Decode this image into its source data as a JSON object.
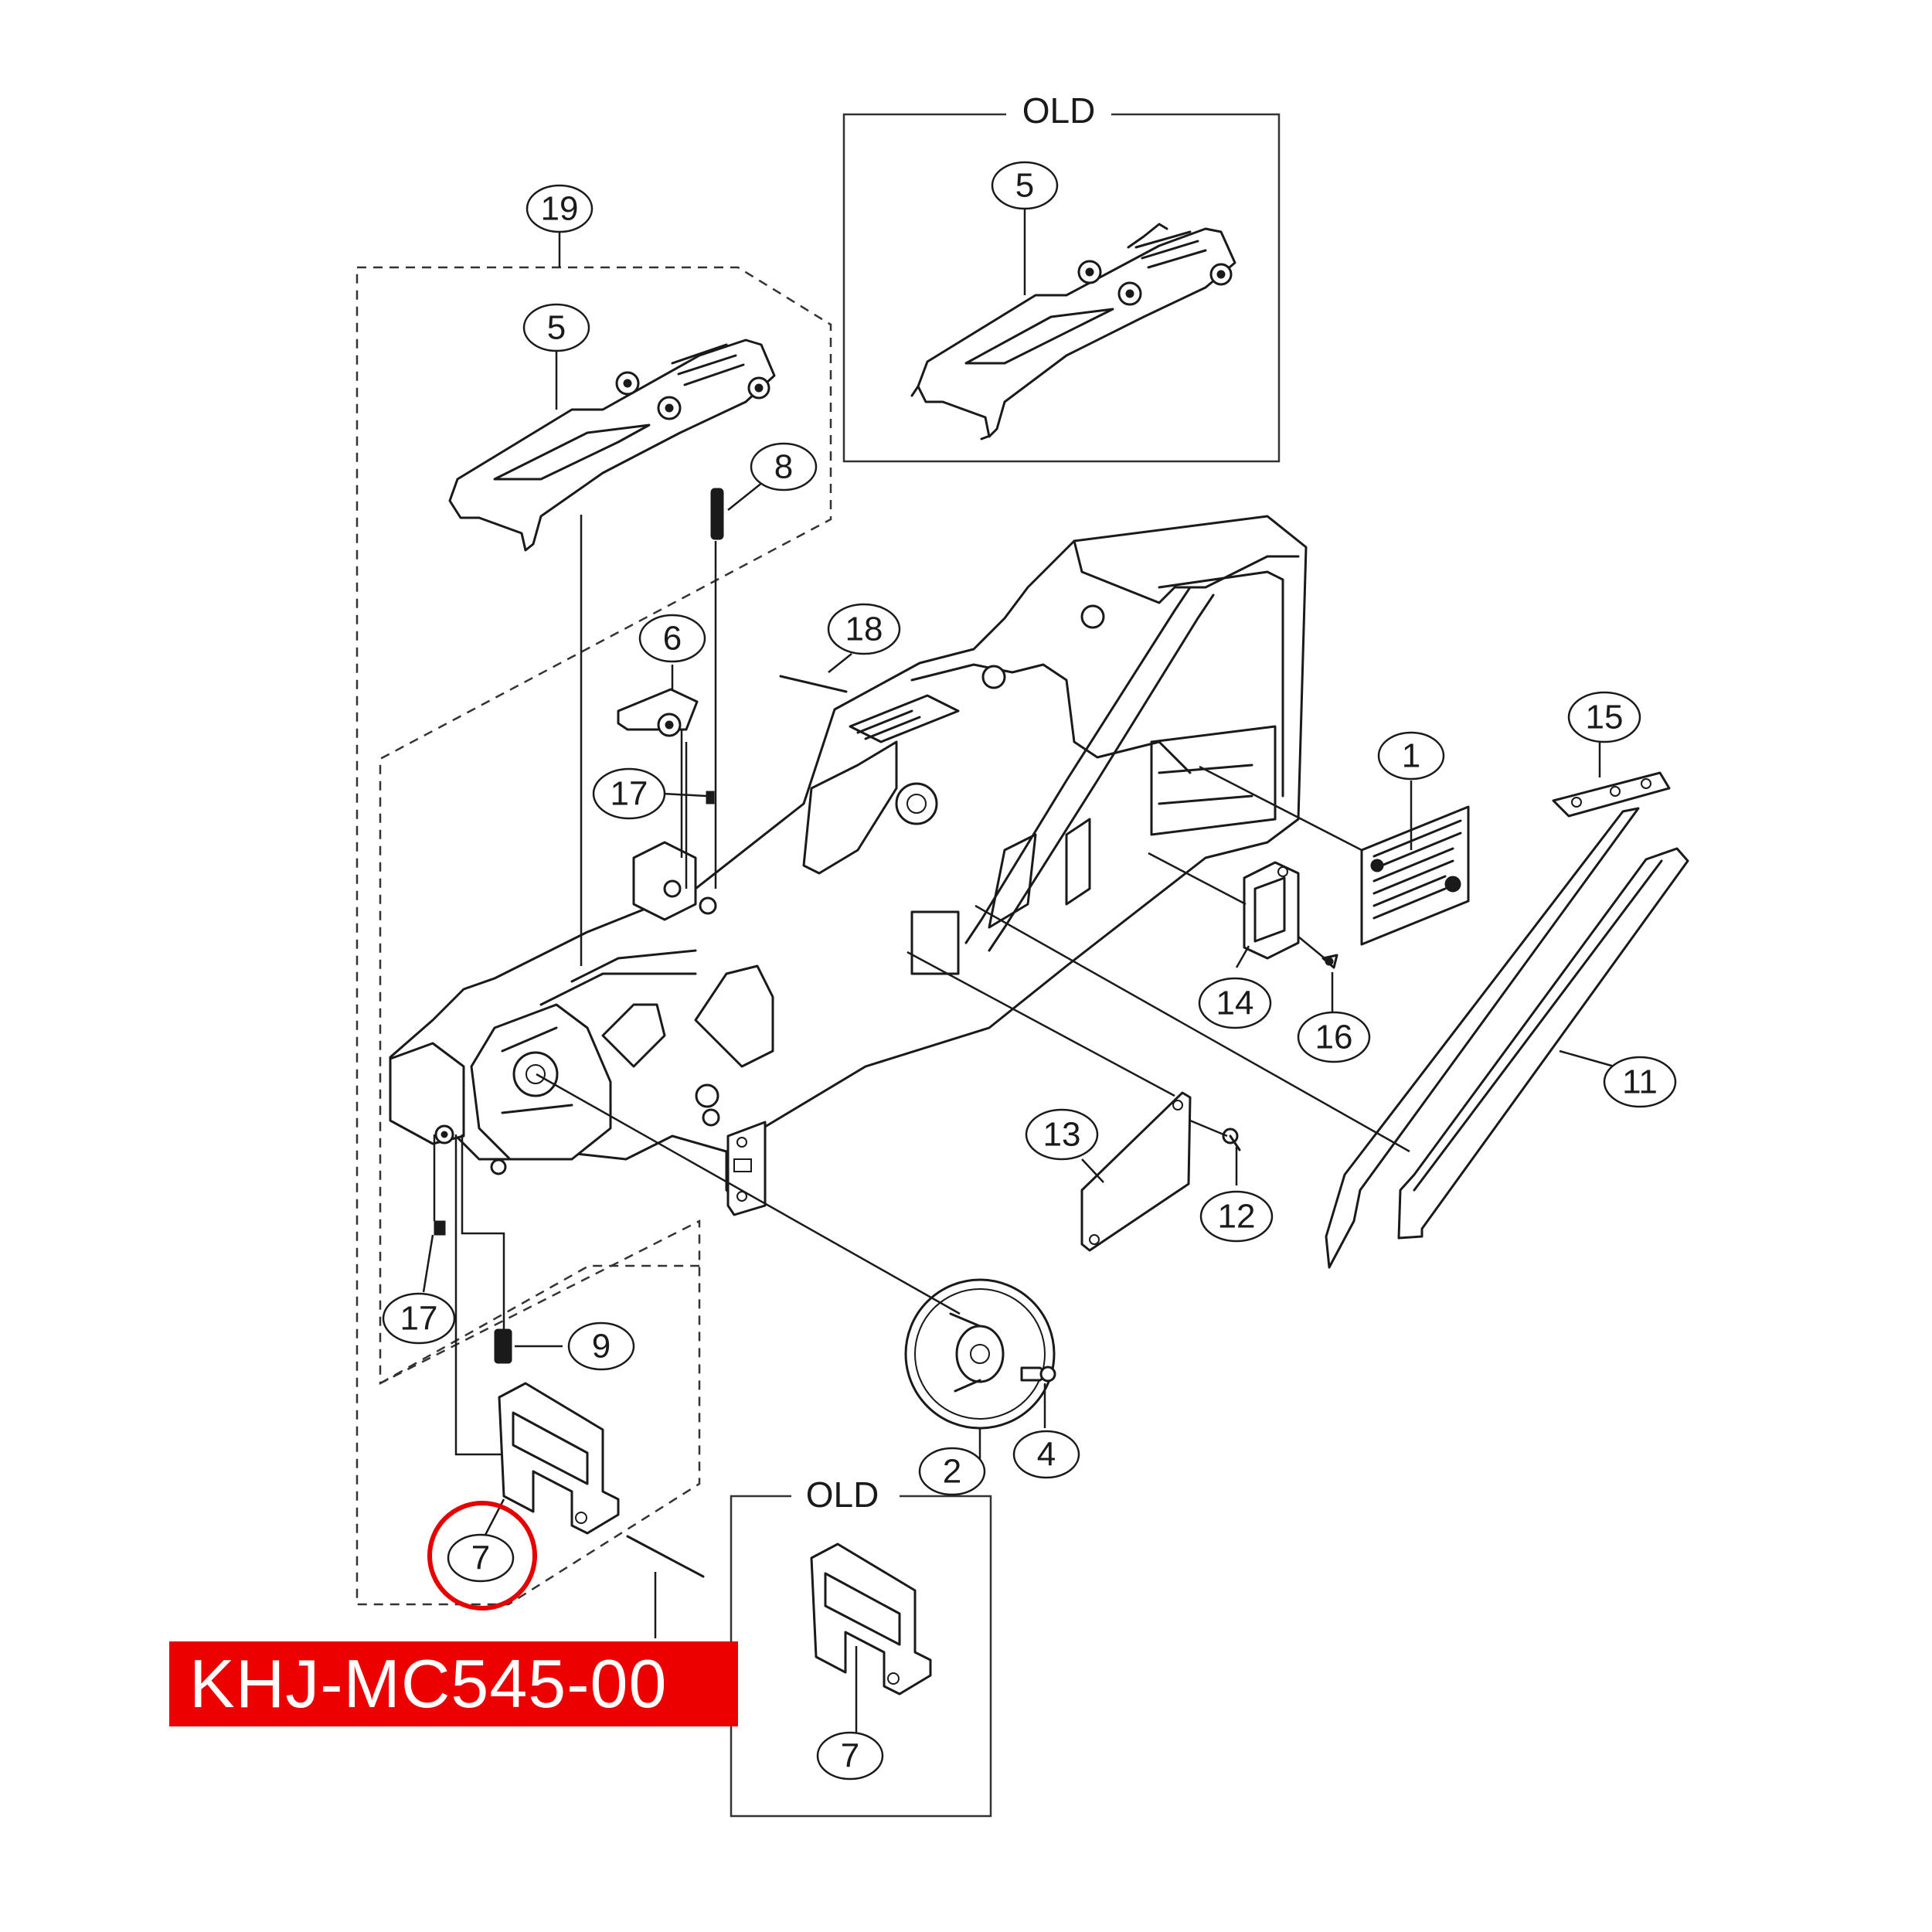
{
  "diagram": {
    "old_label": "OLD",
    "callouts": {
      "c1": "1",
      "c2": "2",
      "c4": "4",
      "c5_old": "5",
      "c5": "5",
      "c6": "6",
      "c7": "7",
      "c7_old": "7",
      "c8": "8",
      "c9": "9",
      "c11": "11",
      "c12": "12",
      "c13": "13",
      "c14": "14",
      "c15": "15",
      "c16": "16",
      "c17a": "17",
      "c17b": "17",
      "c18": "18",
      "c19": "19"
    },
    "highlight_color": "#e60000"
  },
  "banner": {
    "part_number": "KHJ-MC545-00",
    "color": "#ec0000"
  }
}
